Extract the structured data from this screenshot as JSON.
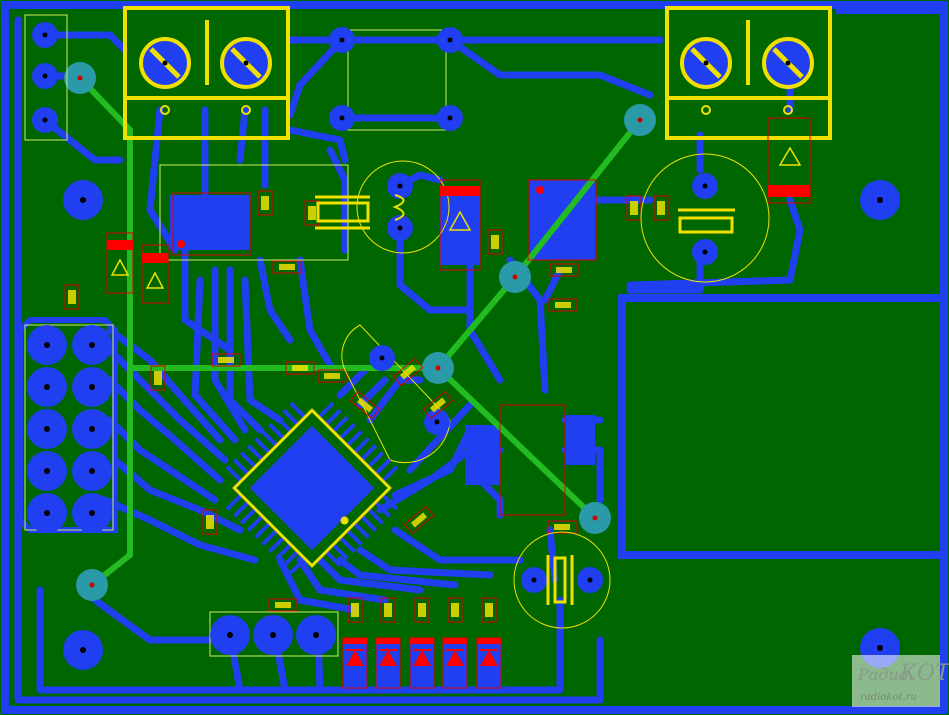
{
  "watermark": {
    "brand_prefix": "Радио",
    "brand_suffix": "КОТ",
    "url": "radiokot.ru"
  },
  "colors": {
    "board": "#006600",
    "copper": "#1f3ff0",
    "silkscreen": "#f0e000",
    "trace_green": "#22bb22",
    "via": "#2a9aa8",
    "outline_red": "#dd0000",
    "outline_lime": "#ccee66",
    "drill": "#000000",
    "edge": "#ffffff"
  },
  "components": [
    {
      "kind": "screw-terminal",
      "ref": "terminal-block-left"
    },
    {
      "kind": "screw-terminal",
      "ref": "terminal-block-right"
    },
    {
      "kind": "qfp-chip",
      "ref": "microcontroller"
    },
    {
      "kind": "pin-header-2x5",
      "ref": "header-left"
    },
    {
      "kind": "pin-header-1x3",
      "ref": "header-top-left"
    },
    {
      "kind": "pin-header-1x3",
      "ref": "header-bottom"
    },
    {
      "kind": "crystal",
      "ref": "crystal-main"
    },
    {
      "kind": "crystal",
      "ref": "crystal-bottom"
    },
    {
      "kind": "capacitor-electrolytic",
      "ref": "cap-right"
    },
    {
      "kind": "led-row",
      "ref": "status-leds",
      "count": 5
    }
  ]
}
